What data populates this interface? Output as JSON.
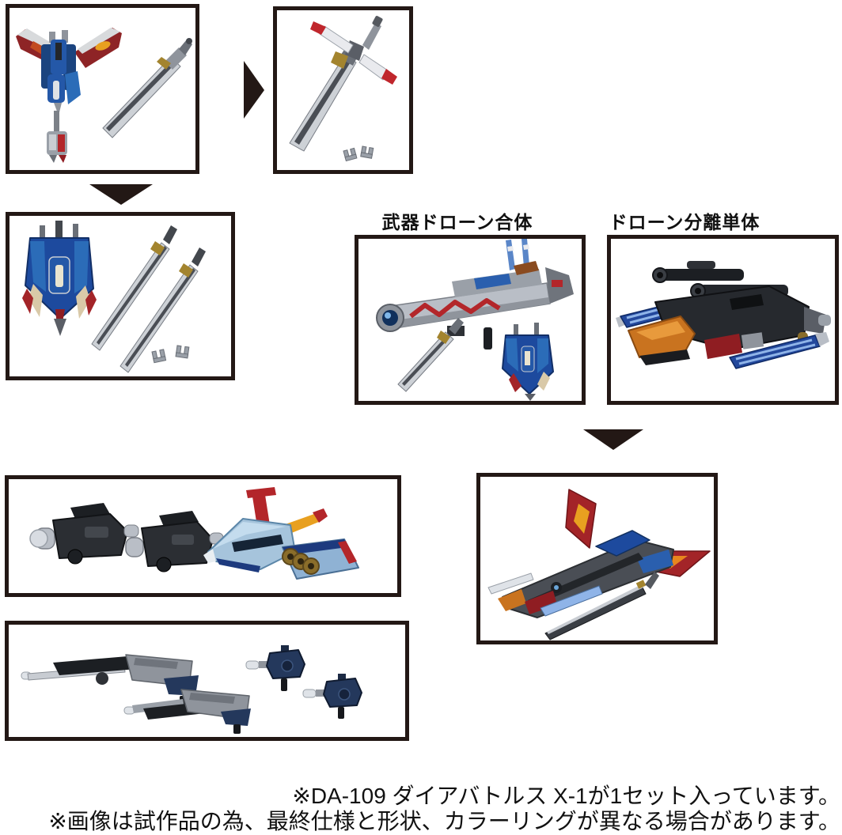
{
  "colors": {
    "background": "#ffffff",
    "panel_border": "#231815",
    "arrow": "#231815",
    "text": "#111111"
  },
  "labels": {
    "weapon_drone_combined": "武器ドローン合体",
    "drone_separated": "ドローン分離単体"
  },
  "footnotes": {
    "line1": "※DA-109 ダイアバトルス X-1が1セット入っています。",
    "line2": "※画像は試作品の為、最終仕様と形状、カラーリングが異なる場合があります。"
  },
  "icons": {
    "arrow_right": "right-flow-arrow",
    "arrow_down": "down-flow-arrow"
  },
  "panels": [
    {
      "alt": "blue-jet-connector-part-and-sword"
    },
    {
      "alt": "assembled-sword-with-joint-clips"
    },
    {
      "alt": "folded-jet-ship-two-swords-and-clips"
    },
    {
      "alt": "weapon-drone-combined-gun-with-sword-and-ship"
    },
    {
      "alt": "separated-drone-single-unit"
    },
    {
      "alt": "fully-combined-battle-machine"
    },
    {
      "alt": "booster-pods-shuttle-and-thruster-module"
    },
    {
      "alt": "two-rifles-and-two-blasters"
    }
  ]
}
